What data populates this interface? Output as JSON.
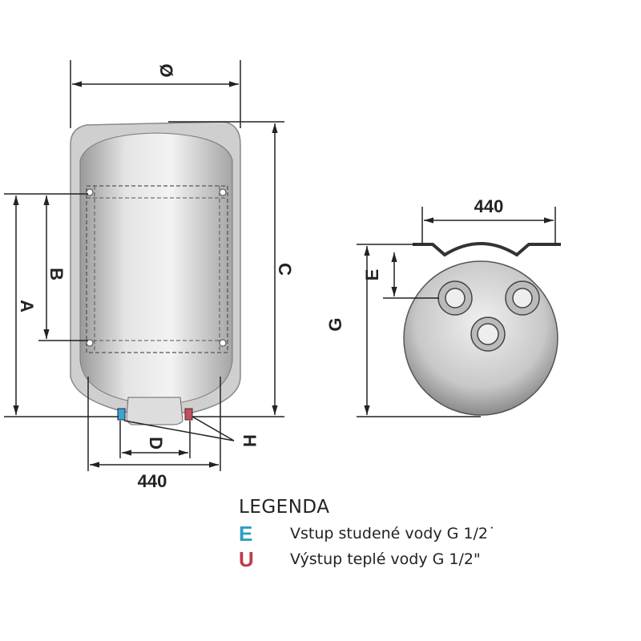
{
  "front_view": {
    "diameter_label": "Ø",
    "dim_a": "A",
    "dim_b": "B",
    "dim_c": "C",
    "dim_d": "D",
    "dim_h": "H",
    "width_value": "440"
  },
  "side_view": {
    "width_value": "440",
    "dim_e": "E",
    "dim_g": "G"
  },
  "legend": {
    "title": "LEGENDA",
    "items": [
      {
        "key": "E",
        "text": "Vstup studené vody G 1/2˙",
        "color": "#2a9fc4"
      },
      {
        "key": "U",
        "text": "Výstup teplé vody G 1/2\"",
        "color": "#c0394b"
      }
    ]
  }
}
